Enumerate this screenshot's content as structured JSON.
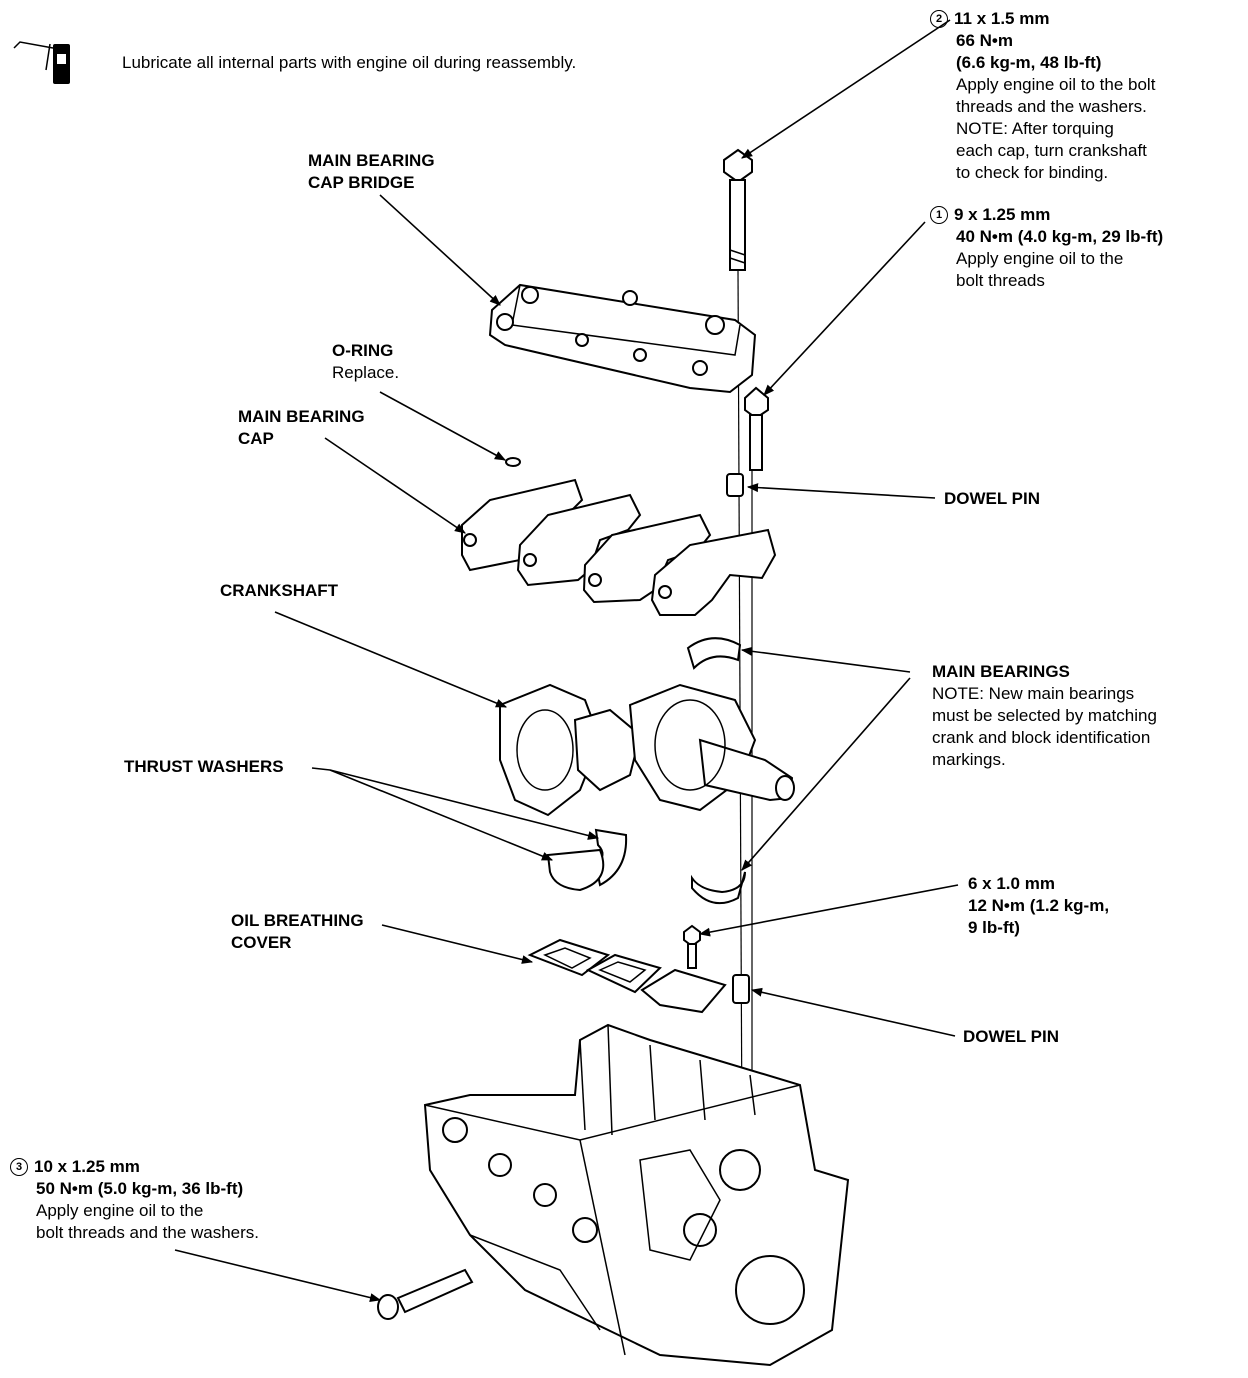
{
  "note": {
    "icon": "oil-can-icon",
    "text": "Lubricate all internal parts with engine oil during reassembly."
  },
  "bolt2": {
    "num": "2",
    "size": "11 x 1.5 mm",
    "torque": "66 N•m",
    "torque_alt": "(6.6 kg-m, 48 lb-ft)",
    "lines": [
      "Apply engine oil to the bolt",
      "threads and the washers.",
      "NOTE: After torquing",
      "each cap, turn crankshaft",
      "to check for binding."
    ]
  },
  "bolt1": {
    "num": "1",
    "size": "9 x 1.25 mm",
    "torque": "40 N•m (4.0 kg-m, 29 lb-ft)",
    "lines": [
      "Apply engine oil to the",
      "bolt threads"
    ]
  },
  "bridge": {
    "line1": "MAIN BEARING",
    "line2": "CAP BRIDGE"
  },
  "oring": {
    "title": "O-RING",
    "sub": "Replace."
  },
  "cap": {
    "line1": "MAIN BEARING",
    "line2": "CAP"
  },
  "dowel_top": "DOWEL PIN",
  "crankshaft": "CRANKSHAFT",
  "bearings": {
    "title": "MAIN BEARINGS",
    "lines": [
      "NOTE: New main bearings",
      "must be selected by matching",
      "crank and block identification",
      "markings."
    ]
  },
  "thrust": "THRUST WASHERS",
  "bolt_small": {
    "line1": "6 x 1.0 mm",
    "line2": "12 N•m (1.2 kg-m,",
    "line3": "9 lb-ft)"
  },
  "breather": {
    "line1": "OIL BREATHING",
    "line2": "COVER"
  },
  "dowel_bottom": "DOWEL PIN",
  "bolt3": {
    "num": "3",
    "size": "10 x 1.25 mm",
    "torque": "50 N•m (5.0 kg-m, 36 lb-ft)",
    "lines": [
      "Apply engine oil to the",
      "bolt threads and the washers."
    ]
  }
}
